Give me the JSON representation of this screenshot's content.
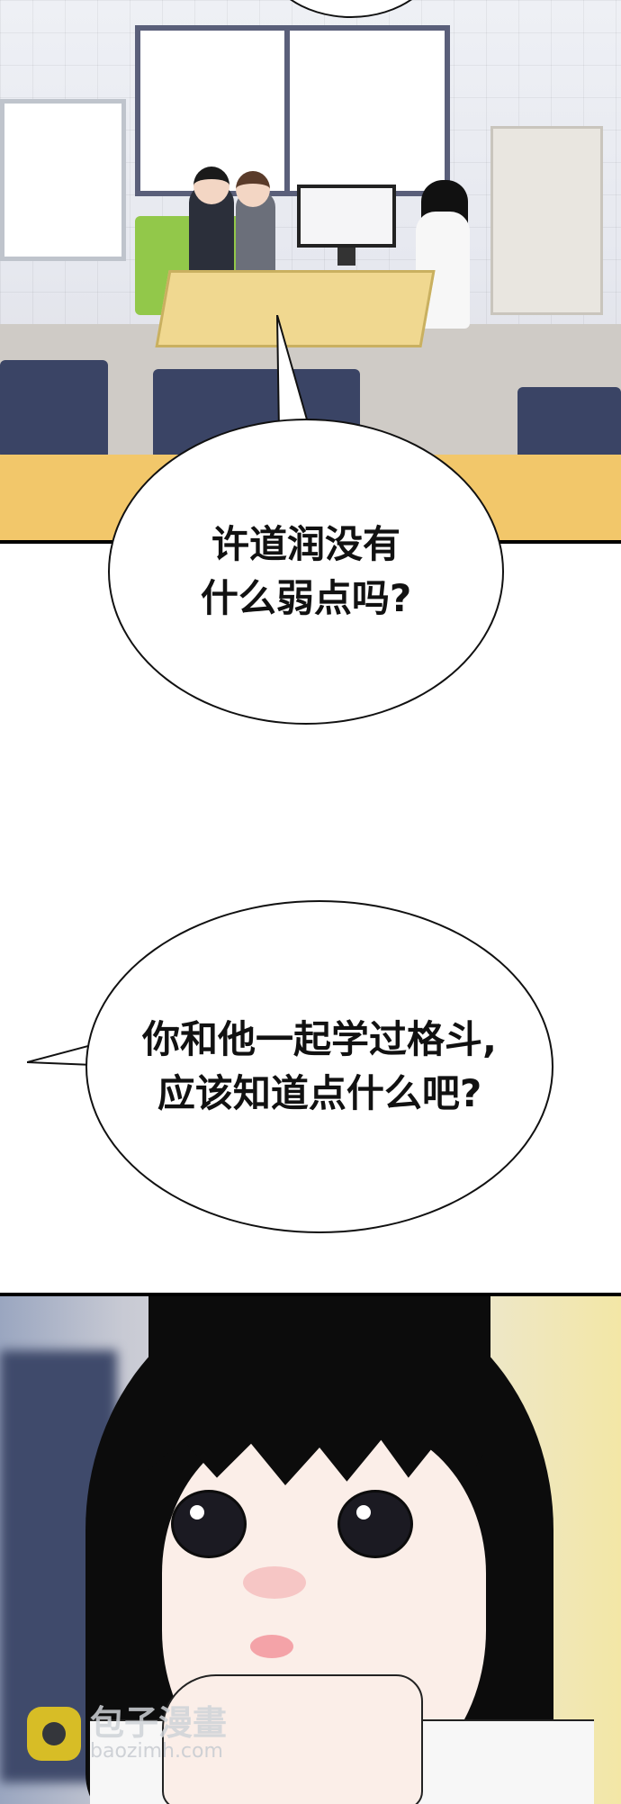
{
  "panels": {
    "top_bubble_text": "",
    "bubble_1": {
      "line1": "许道润没有",
      "line2": "什么弱点吗?"
    },
    "bubble_2": {
      "line1": "你和他一起学过格斗,",
      "line2": "应该知道点什么吧?"
    }
  },
  "watermark": {
    "brand_cn": "包子漫畫",
    "brand_url": "baozimh.com",
    "logo_color": "#f2d21b"
  }
}
